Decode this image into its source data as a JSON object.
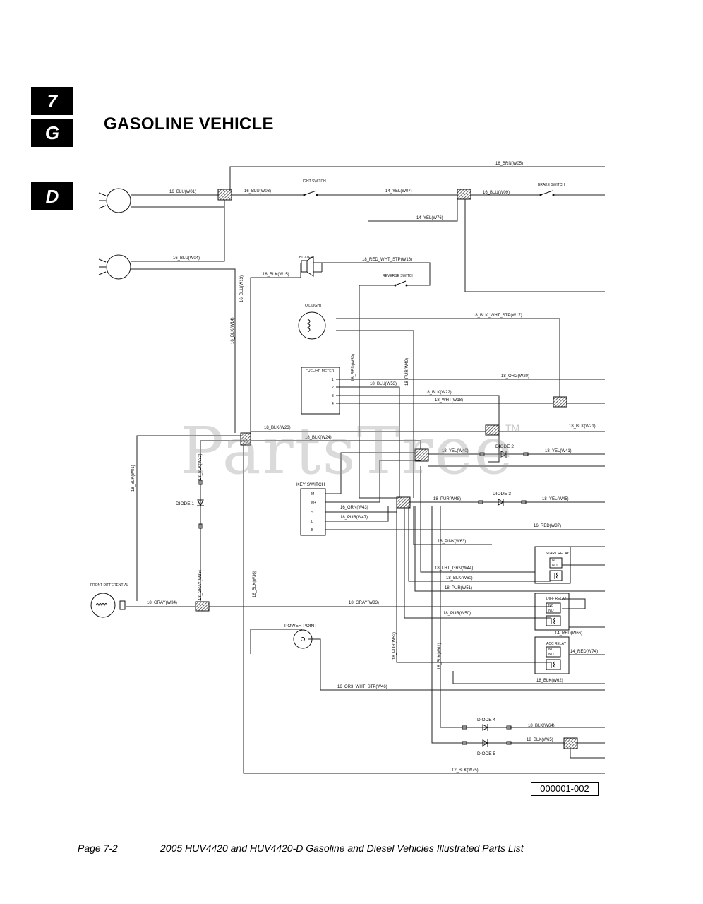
{
  "tabs": [
    "7",
    "G",
    "D"
  ],
  "title": "GASOLINE VEHICLE",
  "watermark": "PartsTree",
  "watermark_tm": "TM",
  "diagram_id": "000001-002",
  "footer": {
    "page": "Page 7-2",
    "document": "2005 HUV4420 and HUV4420-D Gasoline and Diesel Vehicles Illustrated Parts List"
  },
  "components": {
    "light_switch": "LIGHT SWITCH",
    "brake_switch": "BRAKE SWITCH",
    "buzzer": "BUZZER",
    "reverse_switch": "REVERSE SWITCH",
    "oil_light": "OIL LIGHT",
    "fuel_hr_meter": "FUEL/HR METER",
    "meter_pins": [
      "1",
      "2",
      "3",
      "4"
    ],
    "key_switch": "KEY SWITCH",
    "key_pins": [
      "M-",
      "M+",
      "S",
      "L",
      "B"
    ],
    "diode_1": "DIODE 1",
    "diode_2": "DIODE 2",
    "diode_3": "DIODE 3",
    "diode_4": "DIODE 4",
    "diode_5": "DIODE 5",
    "front_differential": "FRONT DIFFERENTIAL",
    "power_point": "POWER POINT",
    "start_relay": "START RELAY",
    "diff_relay": "DIFF RELAY",
    "acc_relay": "ACC RELAY",
    "relay_nc": "NC",
    "relay_no": "NO"
  },
  "wires": {
    "w05": "16_BRN(W05)",
    "w01": "16_BLU(W01)",
    "w03": "16_BLU(W03)",
    "w07": "14_YEL(W07)",
    "w09": "16_BLU(W09)",
    "w76": "14_YEL(W76)",
    "w04": "16_BLU(W04)",
    "w16": "18_RED_WHT_STP(W16)",
    "w15": "18_BLK(W15)",
    "w13": "16_BLU(W13)",
    "w14": "16_BLK(W14)",
    "w17": "18_BLK_WHT_STP(W17)",
    "w59": "18_RED(W59)",
    "w40": "18_PUR(W40)",
    "w53": "18_BLU(W53)",
    "w20": "18_ORG(W20)",
    "w22": "18_BLK(W22)",
    "w18": "18_WHT(W18)",
    "w23": "18_BLK(W23)",
    "w21": "18_BLK(W21)",
    "w24": "18_BLK(W24)",
    "w01b": "18_BLK(W01)",
    "w32": "18_BLK(W32)",
    "w40y": "18_YEL(W40)",
    "w41": "18_YEL(W41)",
    "w43": "16_GRN(W43)",
    "w47": "18_PUR(W47)",
    "w48": "18_PUR(W48)",
    "w45": "18_YEL(W45)",
    "w37": "16_RED(W37)",
    "w63": "18_PINK(W63)",
    "w36": "16_BLK(W36)",
    "w44": "18_LHT_GRN(W44)",
    "w60": "18_BLK(W60)",
    "w51": "18_PUR(W51)",
    "w35": "18_GRAY(W35)",
    "w34": "18_GRAY(W34)",
    "w33": "18_GRAY(W33)",
    "w50": "18_PUR(W50)",
    "w66": "14_RED(W66)",
    "w52": "18_PUR(W52)",
    "w61": "18_BLK(W61)",
    "w74": "14_RED(W74)",
    "w62": "18_BLK(W62)",
    "w46": "16_OR3_WHT_STP(W46)",
    "w64": "18_BLK(W64)",
    "w65": "18_BLK(W65)",
    "w75": "12_BLK(W75)"
  }
}
